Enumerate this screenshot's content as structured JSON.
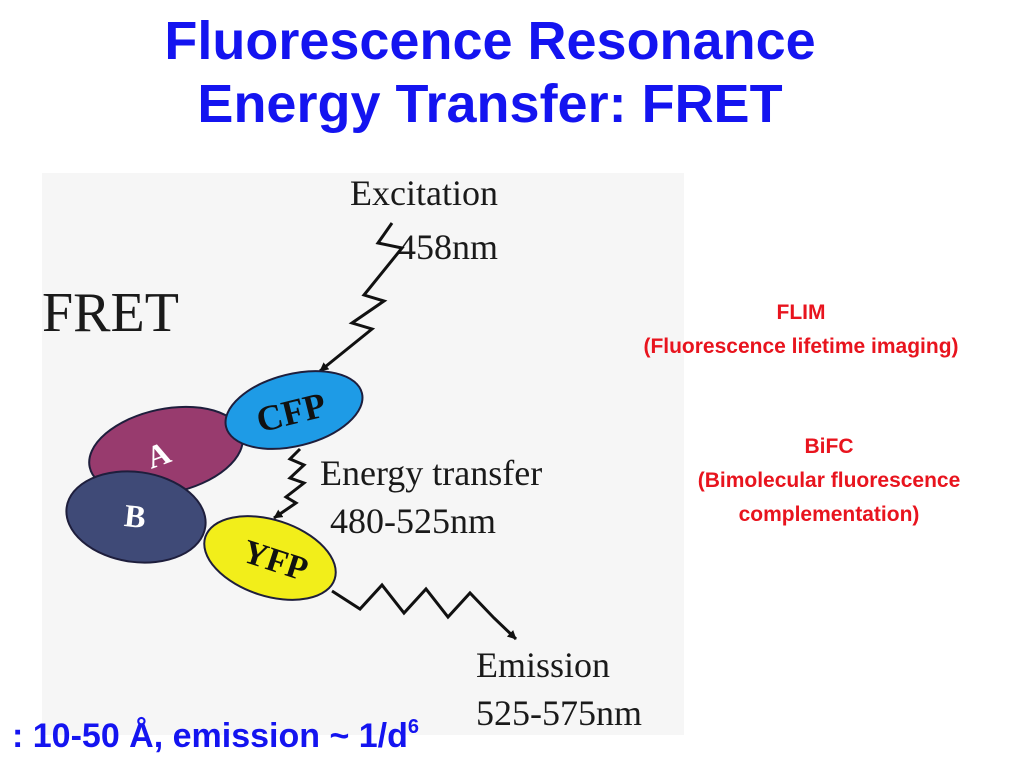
{
  "title": {
    "line1": "Fluorescence Resonance",
    "line2": "Energy Transfer: FRET"
  },
  "diagram": {
    "label": "FRET",
    "excitation": {
      "label": "Excitation",
      "wavelength": "458nm"
    },
    "energy_transfer": {
      "label": "Energy transfer",
      "wavelength": "480-525nm"
    },
    "emission": {
      "label": "Emission",
      "wavelength": "525-575nm"
    },
    "molecules": {
      "cfp": {
        "label": "CFP",
        "color": "#1e9be6"
      },
      "yfp": {
        "label": "YFP",
        "color": "#f2ee1a"
      },
      "a": {
        "label": "A",
        "color": "#983b6e"
      },
      "b": {
        "label": "B",
        "color": "#3f4a77"
      }
    }
  },
  "flim": {
    "title": "FLIM",
    "description": "(Fluorescence lifetime imaging)"
  },
  "bifc": {
    "title": "BiFC",
    "description_line1": "(Bimolecular fluorescence",
    "description_line2": "complementation)"
  },
  "footnote": {
    "text": ": 10-50 Å, emission ~ 1/d",
    "superscript": "6"
  },
  "colors": {
    "title": "#1414f0",
    "accent_red": "#e8141e"
  }
}
